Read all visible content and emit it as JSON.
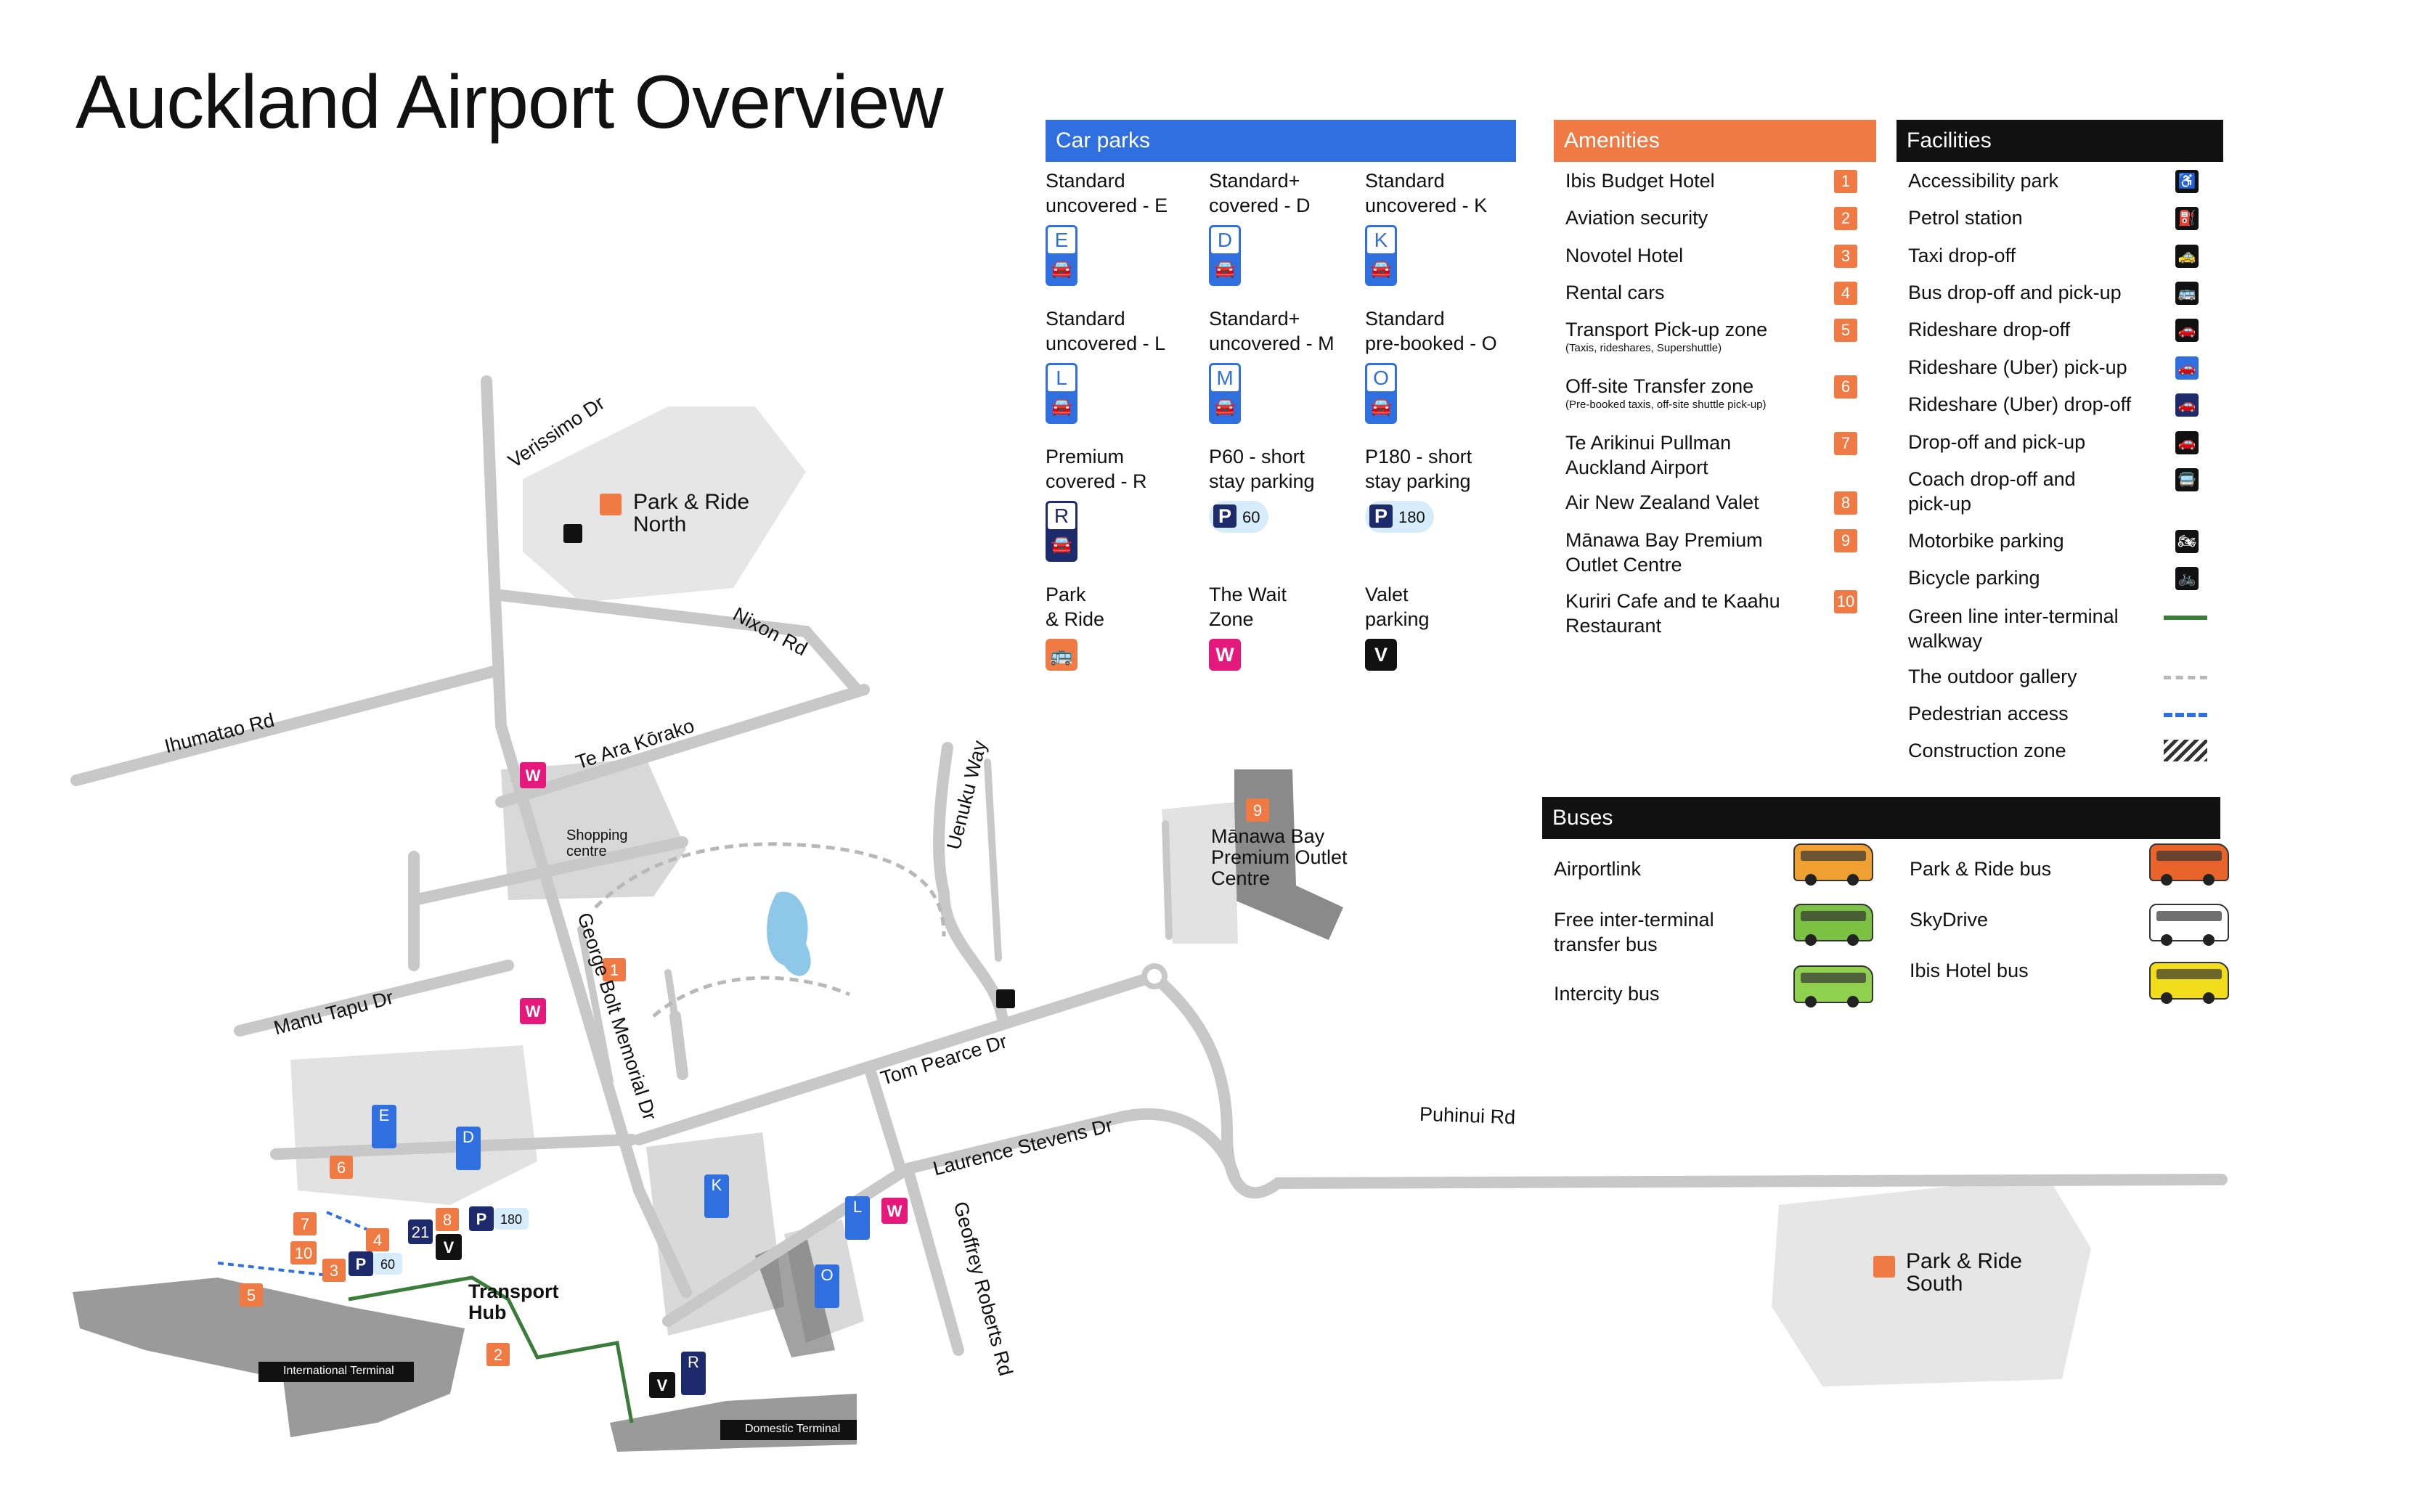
{
  "title": "Auckland Airport Overview",
  "colors": {
    "carparks_blue": "#2f6fe0",
    "amenities_orange": "#f07a44",
    "facilities_black": "#111111",
    "wait_zone_pink": "#e4197b",
    "road_grey": "#c8c8c8",
    "green_line": "#3a7d3a"
  },
  "car_parks": {
    "heading": "Car parks",
    "items": [
      {
        "label": "Standard\nuncovered - E",
        "letter": "E"
      },
      {
        "label": "Standard+\ncovered - D",
        "letter": "D"
      },
      {
        "label": "Standard\nuncovered - K",
        "letter": "K"
      },
      {
        "label": "Standard\nuncovered - L",
        "letter": "L"
      },
      {
        "label": "Standard+\nuncovered - M",
        "letter": "M"
      },
      {
        "label": "Standard\npre-booked - O",
        "letter": "O"
      },
      {
        "label": "Premium\ncovered - R",
        "letter": "R"
      },
      {
        "label": "P60 -  short\nstay parking",
        "letter": "P",
        "minutes": "60"
      },
      {
        "label": "P180 - short\nstay parking",
        "letter": "P",
        "minutes": "180"
      },
      {
        "label": "Park\n& Ride",
        "icon": "bus-icon"
      },
      {
        "label": "The Wait\nZone",
        "letter": "W"
      },
      {
        "label": "Valet\nparking",
        "letter": "V"
      }
    ]
  },
  "amenities": {
    "heading": "Amenities",
    "items": [
      {
        "label": "Ibis Budget Hotel",
        "num": "1"
      },
      {
        "label": "Aviation security",
        "num": "2"
      },
      {
        "label": "Novotel Hotel",
        "num": "3"
      },
      {
        "label": "Rental cars",
        "num": "4"
      },
      {
        "label": "Transport Pick-up zone",
        "note": "(Taxis, rideshares, Supershuttle)",
        "num": "5"
      },
      {
        "label": "Off-site Transfer zone",
        "note": "(Pre-booked taxis, off-site shuttle pick-up)",
        "num": "6"
      },
      {
        "label": "Te Arikinui Pullman\nAuckland Airport",
        "num": "7"
      },
      {
        "label": "Air New Zealand Valet",
        "num": "8"
      },
      {
        "label": "Mānawa Bay Premium\nOutlet Centre",
        "num": "9"
      },
      {
        "label": "Kuriri Cafe and te Kaahu\nRestaurant",
        "num": "10"
      }
    ]
  },
  "facilities": {
    "heading": "Facilities",
    "items": [
      {
        "label": "Accessibility park",
        "icon": "wheelchair-icon"
      },
      {
        "label": "Petrol station",
        "icon": "fuel-icon"
      },
      {
        "label": "Taxi drop-off",
        "icon": "taxi-icon"
      },
      {
        "label": "Bus drop-off and pick-up",
        "icon": "bus-icon"
      },
      {
        "label": "Rideshare drop-off",
        "icon": "car-icon"
      },
      {
        "label": "Rideshare (Uber) pick-up",
        "icon": "car-icon"
      },
      {
        "label": "Rideshare (Uber) drop-off",
        "icon": "car-icon"
      },
      {
        "label": "Drop-off and pick-up",
        "icon": "car-icon"
      },
      {
        "label": "Coach drop-off and\npick-up",
        "icon": "coach-icon"
      },
      {
        "label": "Motorbike parking",
        "icon": "motorbike-icon"
      },
      {
        "label": "Bicycle parking",
        "icon": "bicycle-icon"
      },
      {
        "label": "Green line inter-terminal\nwalkway",
        "icon": "green-line"
      },
      {
        "label": "The outdoor gallery",
        "icon": "grey-dash"
      },
      {
        "label": "Pedestrian access",
        "icon": "blue-dash"
      },
      {
        "label": "Construction zone",
        "icon": "hatch"
      }
    ]
  },
  "buses": {
    "heading": "Buses",
    "items": [
      {
        "label": "Airportlink",
        "color": "#f0a030"
      },
      {
        "label": "Free inter-terminal\ntransfer bus",
        "color": "#7cc242"
      },
      {
        "label": "Intercity bus",
        "color": "#8fd14f"
      },
      {
        "label": "Park & Ride bus",
        "color": "#e8642a"
      },
      {
        "label": "SkyDrive",
        "color": "#ffffff"
      },
      {
        "label": "Ibis Hotel bus",
        "color": "#f2dd1c"
      }
    ]
  },
  "map": {
    "roads": [
      "Verissimo Dr",
      "Nixon Rd",
      "Ihumatao Rd",
      "Te Ara Kōrako",
      "Uenuku Way",
      "Manu Tapu Dr",
      "George Bolt Memorial Dr",
      "Tom Pearce Dr",
      "Puhinui Rd",
      "Laurence Stevens Dr",
      "Geoffrey Roberts Rd"
    ],
    "park_ride_north": "Park & Ride\nNorth",
    "park_ride_south": "Park & Ride\nSouth",
    "shopping_centre": "Shopping\ncentre",
    "manawa_bay": "Mānawa Bay\nPremium Outlet\nCentre",
    "transport_hub": "Transport\nHub",
    "international_terminal": "International Terminal",
    "domestic_terminal": "Domestic Terminal",
    "p60": "60",
    "p180": "180",
    "p21": "21"
  }
}
